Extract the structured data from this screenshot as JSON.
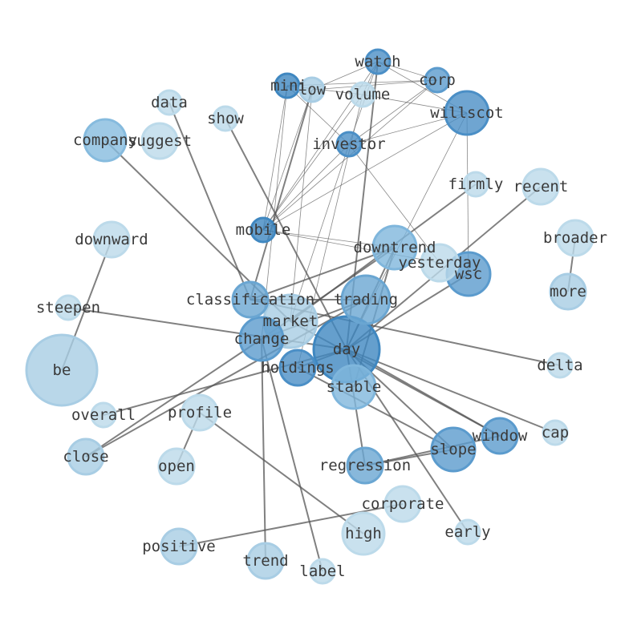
{
  "graph": {
    "edge_color": "#555555",
    "label_color": "#3a3a3a",
    "nodes": [
      {
        "id": "be",
        "label": "be",
        "size": 44,
        "color": "#a8cde4"
      },
      {
        "id": "day",
        "label": "day",
        "size": 41,
        "color": "#3f87c0"
      },
      {
        "id": "market",
        "label": "market",
        "size": 33,
        "color": "#a8cde4"
      },
      {
        "id": "trading",
        "label": "trading",
        "size": 30,
        "color": "#6aa6d2"
      },
      {
        "id": "downtrend",
        "label": "downtrend",
        "size": 27,
        "color": "#7fb6dc"
      },
      {
        "id": "willscot",
        "label": "willscot",
        "size": 27,
        "color": "#4b8fc6"
      },
      {
        "id": "wsc",
        "label": "wsc",
        "size": 27,
        "color": "#5b9bcd"
      },
      {
        "id": "stable",
        "label": "stable",
        "size": 27,
        "color": "#7fb6dc"
      },
      {
        "id": "slope",
        "label": "slope",
        "size": 27,
        "color": "#5b9bcd"
      },
      {
        "id": "company",
        "label": "company",
        "size": 26,
        "color": "#86bbde"
      },
      {
        "id": "change",
        "label": "change",
        "size": 27,
        "color": "#5b9bcd"
      },
      {
        "id": "high",
        "label": "high",
        "size": 26,
        "color": "#bcdaea"
      },
      {
        "id": "yesterday",
        "label": "yesterday",
        "size": 23,
        "color": "#bcdaea"
      },
      {
        "id": "classification",
        "label": "classification",
        "size": 22,
        "color": "#6aa6d2"
      },
      {
        "id": "holdings",
        "label": "holdings",
        "size": 22,
        "color": "#4b8fc6"
      },
      {
        "id": "window",
        "label": "window",
        "size": 22,
        "color": "#5b9bcd"
      },
      {
        "id": "regression",
        "label": "regression",
        "size": 22,
        "color": "#6aa6d2"
      },
      {
        "id": "suggest",
        "label": "suggest",
        "size": 22,
        "color": "#bcdaea"
      },
      {
        "id": "recent",
        "label": "recent",
        "size": 22,
        "color": "#bcdaea"
      },
      {
        "id": "broader",
        "label": "broader",
        "size": 22,
        "color": "#bcdaea"
      },
      {
        "id": "more",
        "label": "more",
        "size": 22,
        "color": "#a8cde4"
      },
      {
        "id": "downward",
        "label": "downward",
        "size": 22,
        "color": "#bcdaea"
      },
      {
        "id": "profile",
        "label": "profile",
        "size": 22,
        "color": "#bcdaea"
      },
      {
        "id": "open",
        "label": "open",
        "size": 22,
        "color": "#bcdaea"
      },
      {
        "id": "close",
        "label": "close",
        "size": 22,
        "color": "#a8cde4"
      },
      {
        "id": "corporate",
        "label": "corporate",
        "size": 22,
        "color": "#bcdaea"
      },
      {
        "id": "positive",
        "label": "positive",
        "size": 22,
        "color": "#a8cde4"
      },
      {
        "id": "trend",
        "label": "trend",
        "size": 22,
        "color": "#a8cde4"
      },
      {
        "id": "investor",
        "label": "investor",
        "size": 15,
        "color": "#4b8fc6"
      },
      {
        "id": "mobile",
        "label": "mobile",
        "size": 15,
        "color": "#3f87c0"
      },
      {
        "id": "watch",
        "label": "watch",
        "size": 15,
        "color": "#4b8fc6"
      },
      {
        "id": "mini",
        "label": "mini",
        "size": 15,
        "color": "#3f87c0"
      },
      {
        "id": "corp",
        "label": "corp",
        "size": 15,
        "color": "#5b9bcd"
      },
      {
        "id": "low",
        "label": "low",
        "size": 15,
        "color": "#a8cde4"
      },
      {
        "id": "volume",
        "label": "volume",
        "size": 15,
        "color": "#bcdaea"
      },
      {
        "id": "firmly",
        "label": "firmly",
        "size": 15,
        "color": "#bcdaea"
      },
      {
        "id": "data",
        "label": "data",
        "size": 15,
        "color": "#bcdaea"
      },
      {
        "id": "show",
        "label": "show",
        "size": 15,
        "color": "#bcdaea"
      },
      {
        "id": "steepen",
        "label": "steepen",
        "size": 15,
        "color": "#bcdaea"
      },
      {
        "id": "delta",
        "label": "delta",
        "size": 15,
        "color": "#bcdaea"
      },
      {
        "id": "cap",
        "label": "cap",
        "size": 15,
        "color": "#bcdaea"
      },
      {
        "id": "overall",
        "label": "overall",
        "size": 15,
        "color": "#bcdaea"
      },
      {
        "id": "early",
        "label": "early",
        "size": 15,
        "color": "#bcdaea"
      },
      {
        "id": "label",
        "label": "label",
        "size": 15,
        "color": "#bcdaea"
      }
    ],
    "edges": [
      [
        "watch",
        "low",
        1
      ],
      [
        "watch",
        "corp",
        1
      ],
      [
        "watch",
        "willscot",
        1
      ],
      [
        "watch",
        "mobile",
        1
      ],
      [
        "watch",
        "investor",
        1
      ],
      [
        "watch",
        "volume",
        1
      ],
      [
        "mini",
        "corp",
        1
      ],
      [
        "mini",
        "volume",
        1
      ],
      [
        "mini",
        "investor",
        1
      ],
      [
        "mini",
        "mobile",
        1
      ],
      [
        "low",
        "corp",
        1
      ],
      [
        "low",
        "mobile",
        1
      ],
      [
        "low",
        "market",
        1
      ],
      [
        "volume",
        "willscot",
        1
      ],
      [
        "volume",
        "mobile",
        1
      ],
      [
        "volume",
        "holdings",
        1
      ],
      [
        "corp",
        "investor",
        1
      ],
      [
        "corp",
        "mobile",
        1
      ],
      [
        "willscot",
        "mobile",
        1
      ],
      [
        "willscot",
        "investor",
        1
      ],
      [
        "willscot",
        "wsc",
        1
      ],
      [
        "investor",
        "mobile",
        1
      ],
      [
        "investor",
        "yesterday",
        1
      ],
      [
        "investor",
        "market",
        1
      ],
      [
        "mobile",
        "downtrend",
        1
      ],
      [
        "mobile",
        "yesterday",
        1
      ],
      [
        "watch",
        "day",
        2
      ],
      [
        "low",
        "classification",
        2
      ],
      [
        "mini",
        "change",
        1
      ],
      [
        "data",
        "classification",
        2
      ],
      [
        "show",
        "day",
        2
      ],
      [
        "company",
        "market",
        2
      ],
      [
        "firmly",
        "market",
        2
      ],
      [
        "recent",
        "day",
        2
      ],
      [
        "broader",
        "more",
        2
      ],
      [
        "downward",
        "be",
        2
      ],
      [
        "steepen",
        "day",
        2
      ],
      [
        "classification",
        "delta",
        2
      ],
      [
        "classification",
        "downtrend",
        2
      ],
      [
        "trading",
        "classification",
        2
      ],
      [
        "trading",
        "close",
        2
      ],
      [
        "trading",
        "change",
        2
      ],
      [
        "downtrend",
        "day",
        2
      ],
      [
        "downtrend",
        "stable",
        2
      ],
      [
        "downtrend",
        "change",
        2
      ],
      [
        "wsc",
        "day",
        2
      ],
      [
        "willscot",
        "day",
        1
      ],
      [
        "day",
        "cap",
        2
      ],
      [
        "day",
        "overall",
        2
      ],
      [
        "day",
        "window",
        2
      ],
      [
        "day",
        "slope",
        2
      ],
      [
        "day",
        "early",
        2
      ],
      [
        "day",
        "regression",
        2
      ],
      [
        "day",
        "holdings",
        2
      ],
      [
        "change",
        "close",
        2
      ],
      [
        "change",
        "trend",
        2
      ],
      [
        "change",
        "label",
        2
      ],
      [
        "profile",
        "open",
        2
      ],
      [
        "profile",
        "high",
        2
      ],
      [
        "corporate",
        "positive",
        2
      ],
      [
        "regression",
        "window",
        2
      ],
      [
        "regression",
        "slope",
        2
      ],
      [
        "holdings",
        "slope",
        2
      ],
      [
        "market",
        "window",
        2
      ]
    ]
  }
}
